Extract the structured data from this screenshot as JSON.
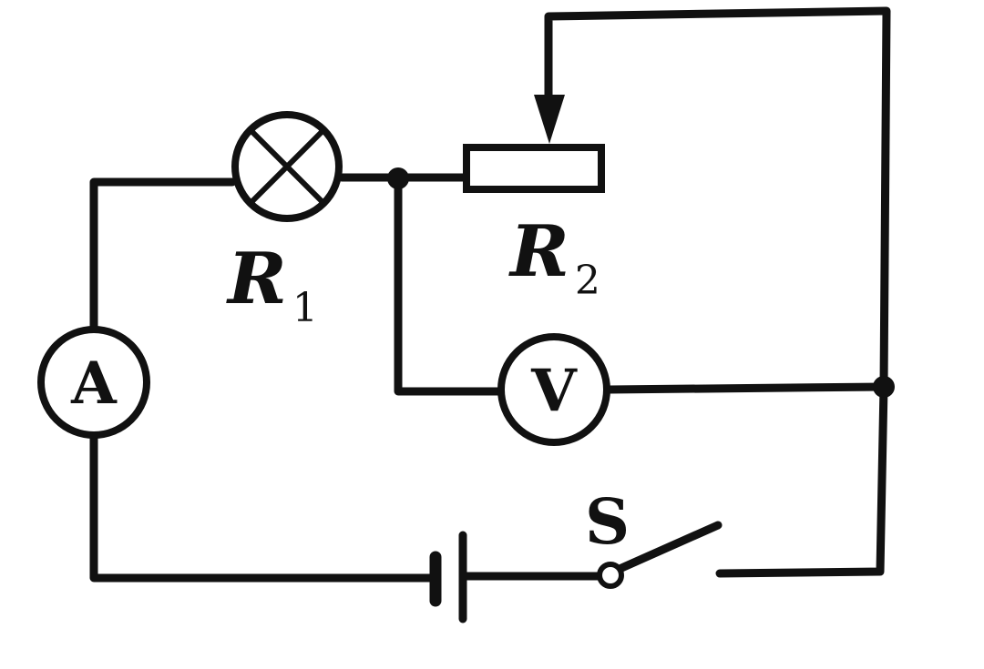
{
  "lamp": {
    "symbol": "R",
    "subscript": "1"
  },
  "rheostat": {
    "symbol": "R",
    "subscript": "2"
  },
  "ammeter": {
    "label": "A"
  },
  "voltmeter": {
    "label": "V"
  },
  "switch": {
    "label": "S",
    "state": "open"
  },
  "colors": {
    "line": "#111111",
    "background": "#ffffff"
  }
}
